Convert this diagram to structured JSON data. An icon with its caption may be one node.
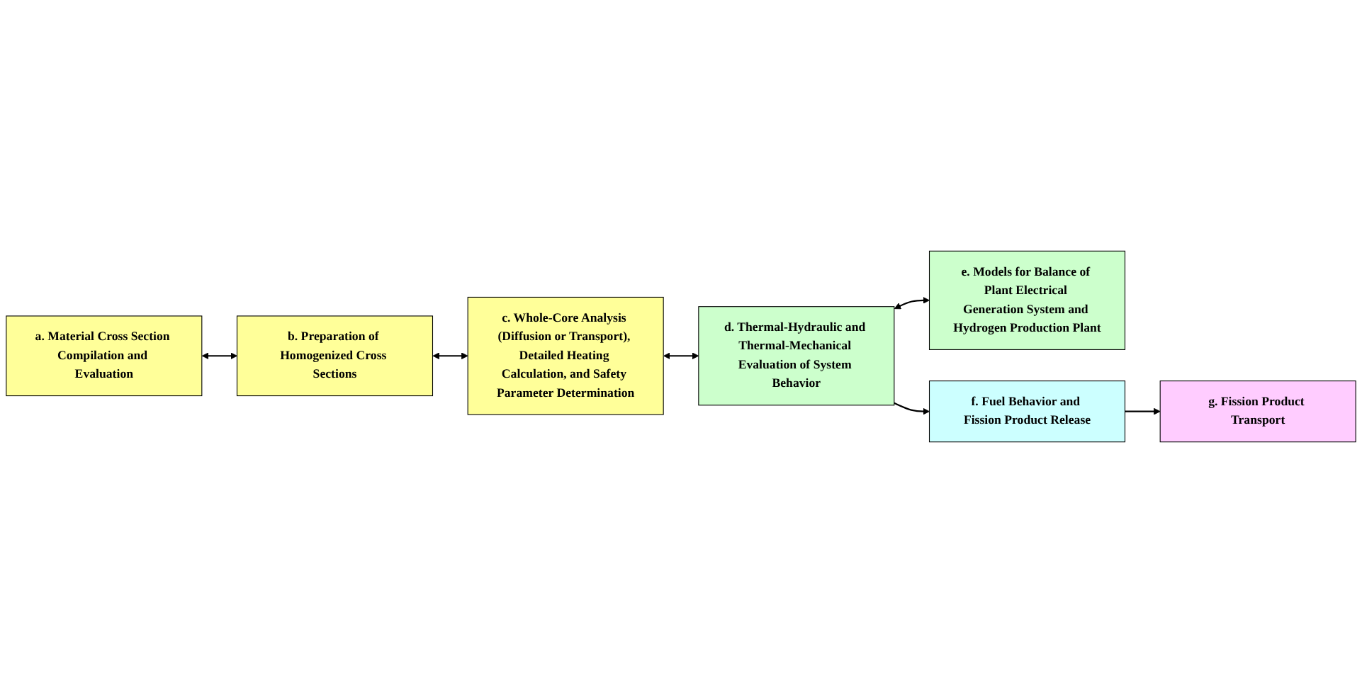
{
  "diagram": {
    "nodes": [
      {
        "text": [
          "a. Material Cross Section Compilation and Evaluation"
        ]
      },
      {
        "text": [
          "b. Preparation of Homogenized Cross Sections"
        ]
      },
      {
        "text": [
          "c. Whole-Core Analysis (Diffusion or Transport), Detailed Heating Calculation, and Safety Parameter Determination"
        ]
      },
      {
        "text": [
          "e. Models for Balance of Plant Electrical Generation System and Hydrogen Production Plant"
        ]
      },
      {
        "text": [
          "d. Thermal-Hydraulic and Thermal-Mechanical Evaluation of System Behavior"
        ]
      },
      {
        "text": [
          "g. Fission Product Transport"
        ]
      },
      {
        "text": [
          "f. Fuel Behavior and Fission Product Release"
        ]
      }
    ],
    "edges": [
      {
        "from": 0,
        "to": 1,
        "arrow": "both"
      },
      {
        "from": 1,
        "to": 2,
        "arrow": "both"
      },
      {
        "from": 2,
        "to": 4,
        "arrow": "both"
      },
      {
        "from": 4,
        "to": 3,
        "arrow": "both"
      },
      {
        "from": 4,
        "to": 6,
        "arrow": "to"
      },
      {
        "from": 6,
        "to": 5,
        "arrow": "to"
      }
    ]
  }
}
